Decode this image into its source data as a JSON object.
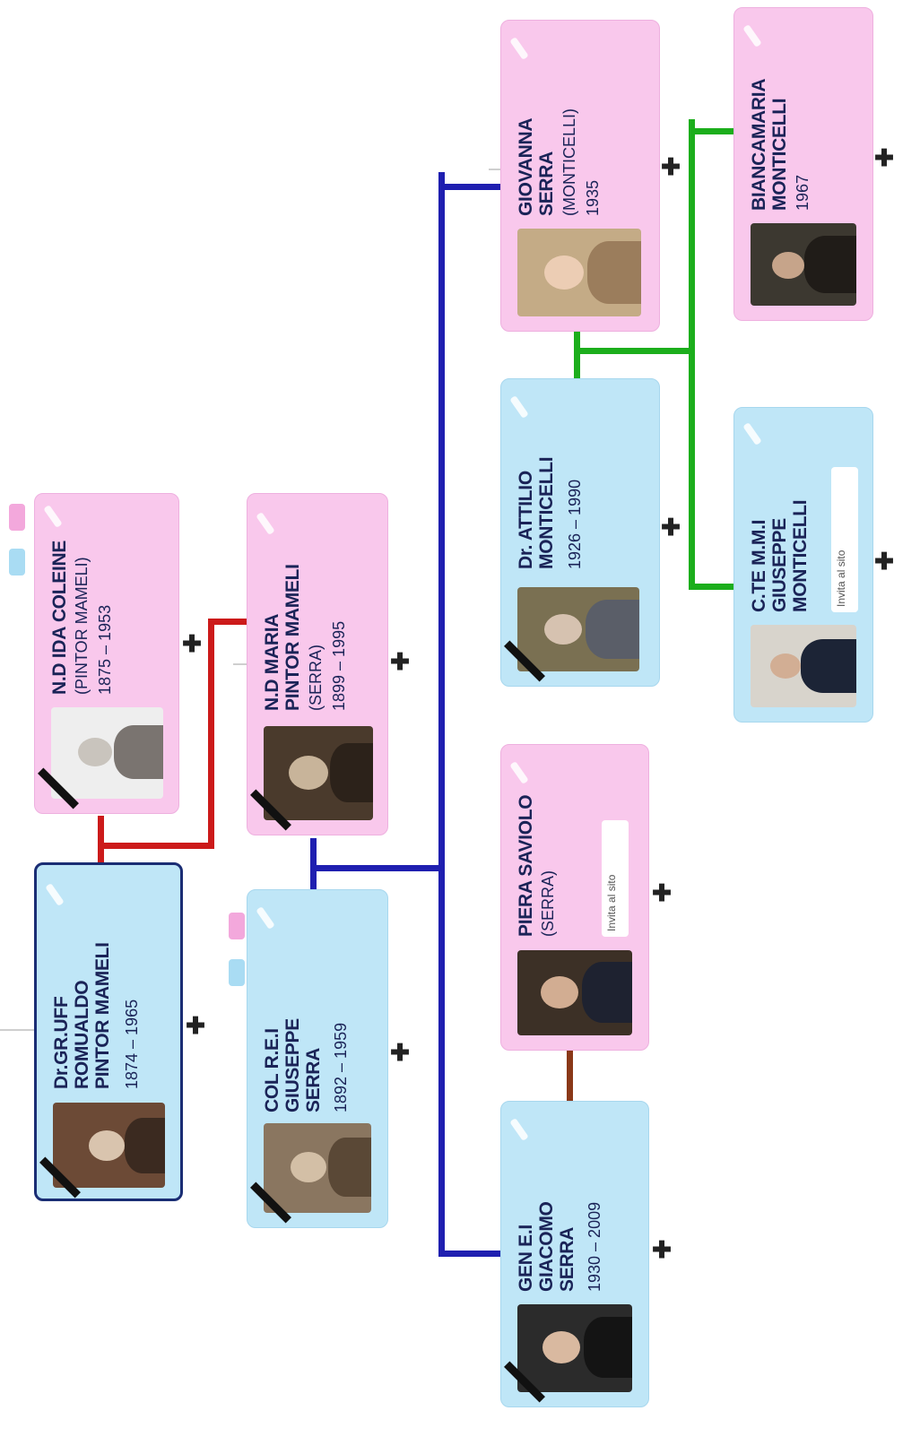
{
  "colors": {
    "male_card": "#bfe6f7",
    "female_card": "#f9c8ec",
    "selected_border": "#1a2d74",
    "line_red": "#cc1a1a",
    "line_blue": "#1f1fb0",
    "line_green": "#1cae1c",
    "line_brown": "#8a3818",
    "name_text": "#1a2357"
  },
  "people": {
    "romualdo": {
      "name": "Dr.GR.UFF\nROMUALDO\nPINTOR MAMELI",
      "dates": "1874 – 1965",
      "deceased": true
    },
    "ida": {
      "name": "N.D IDA COLEINE",
      "maiden": "(PINTOR MAMELI)",
      "dates": "1875 – 1953",
      "deceased": true
    },
    "giuseppe_serra": {
      "name": "COL R.E.I\nGIUSEPPE\nSERRA",
      "dates": "1892 – 1959",
      "deceased": true
    },
    "maria": {
      "name": "N.D MARIA\nPINTOR MAMELI",
      "maiden": "(SERRA)",
      "dates": "1899 – 1995",
      "deceased": true
    },
    "giacomo": {
      "name": "GEN E.I\nGIACOMO\nSERRA",
      "dates": "1930 – 2009",
      "deceased": true
    },
    "piera": {
      "name": "PIERA SAVIOLO",
      "maiden": "(SERRA)",
      "invite": "Invita al sito"
    },
    "attilio": {
      "name": "Dr. ATTILIO\nMONTICELLI",
      "dates": "1926 – 1990",
      "deceased": true
    },
    "giovanna": {
      "name": "GIOVANNA\nSERRA",
      "maiden": "(MONTICELLI)",
      "dates": "1935"
    },
    "giuseppe_monticelli": {
      "name": "C.TE M.M.I\nGIUSEPPE\nMONTICELLI",
      "invite": "Invita al sito"
    },
    "biancamaria": {
      "name": "BIANCAMARIA\nMONTICELLI",
      "dates": "1967"
    }
  },
  "controls": {
    "plus": "✚"
  }
}
